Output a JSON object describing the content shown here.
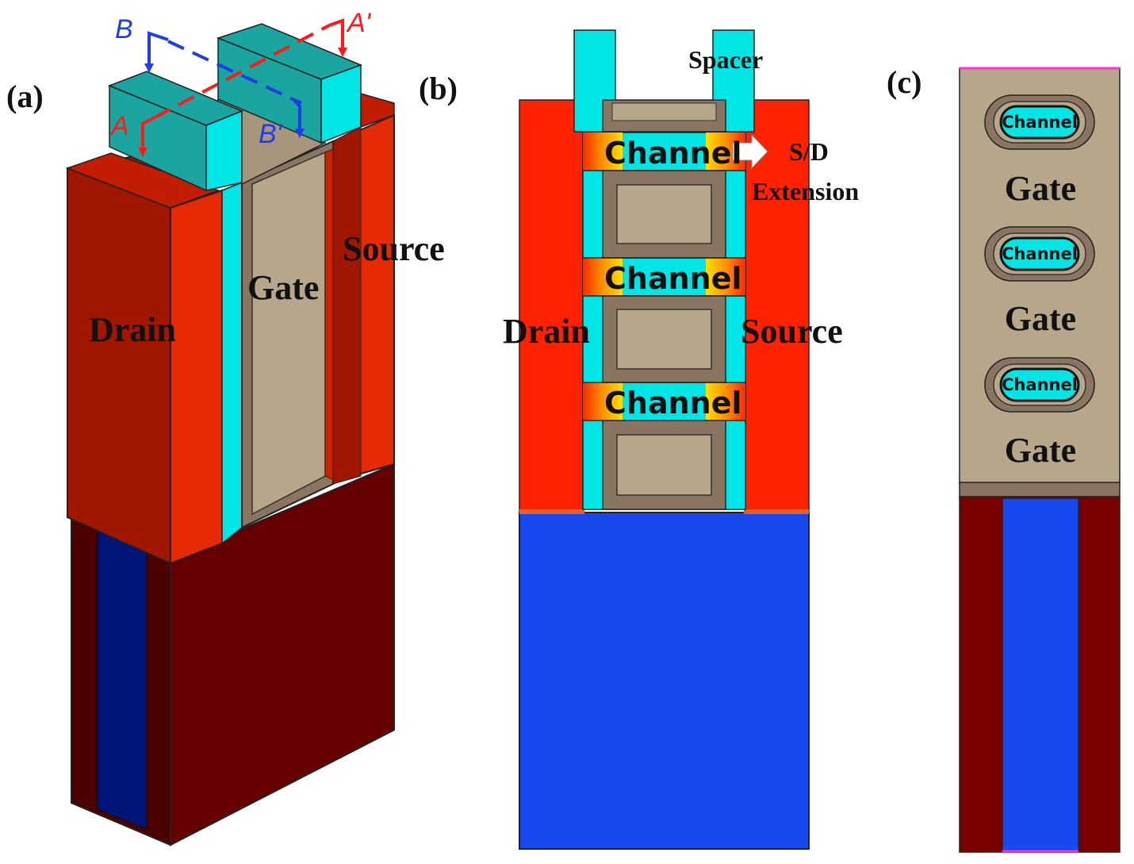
{
  "panels": {
    "a": {
      "label": "(a)",
      "cut_b": "B",
      "cut_b_prime": "B'",
      "cut_a": "A",
      "cut_a_prime": "A'",
      "drain": "Drain",
      "gate": "Gate",
      "source": "Source"
    },
    "b": {
      "label": "(b)",
      "spacer": "Spacer",
      "channels": [
        "Channel",
        "Channel",
        "Channel"
      ],
      "sd_ext_1": "S/D",
      "sd_ext_2": "Extension",
      "drain": "Drain",
      "source": "Source"
    },
    "c": {
      "label": "(c)",
      "channels": [
        "Channel",
        "Channel",
        "Channel"
      ],
      "gates": [
        "Gate",
        "Gate",
        "Gate"
      ]
    }
  },
  "colors": {
    "drain_front": "#a01600",
    "drain_side": "#e52a05",
    "substrate_front": "#660000",
    "substrate_side": "#4c0000",
    "oxide": "#00157a",
    "spacer": "#00e5e5",
    "spacer_top": "#1aa5a0",
    "gate": "#b6a78b",
    "gate_liner": "#8a7562",
    "sd_red": "#ff2200",
    "bulk_blue": "#1848f0",
    "cut_blue": "#1f3fe6",
    "cut_red": "#ff1a1a"
  }
}
